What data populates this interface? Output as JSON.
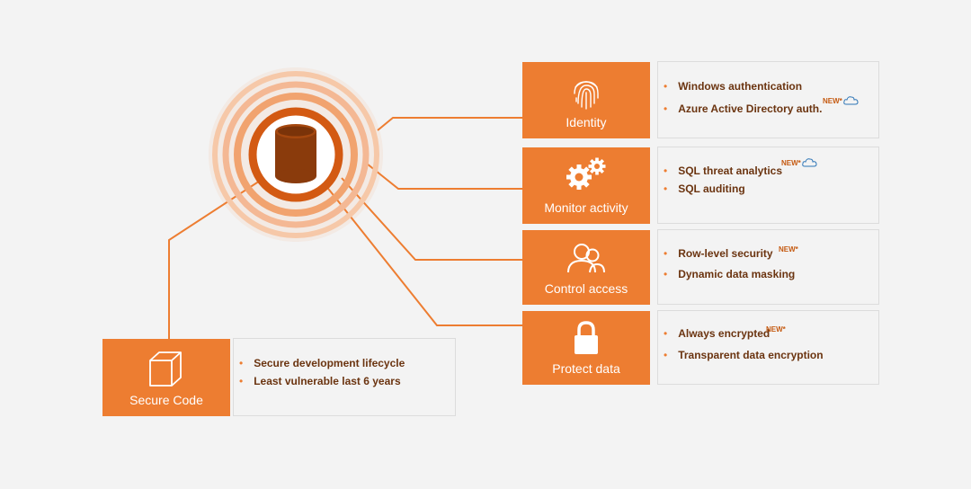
{
  "features": [
    {
      "id": "identity",
      "label": "Identity",
      "icon": "fingerprint-icon",
      "items": [
        {
          "text": "Windows authentication"
        },
        {
          "text": "Azure Active Directory auth.",
          "badge": "NEW*",
          "cloud": true
        }
      ]
    },
    {
      "id": "monitor-activity",
      "label": "Monitor activity",
      "icon": "gears-icon",
      "items": [
        {
          "text": "SQL threat analytics",
          "badge": "NEW*",
          "cloud": true
        },
        {
          "text": "SQL auditing"
        }
      ]
    },
    {
      "id": "control-access",
      "label": "Control access",
      "icon": "users-icon",
      "items": [
        {
          "text": "Row-level security",
          "badge": "NEW*"
        },
        {
          "text": "Dynamic data masking"
        }
      ]
    },
    {
      "id": "protect-data",
      "label": "Protect data",
      "icon": "lock-icon",
      "items": [
        {
          "text": "Always encrypted",
          "badge": "NEW*"
        },
        {
          "text": "Transparent data encryption"
        }
      ]
    }
  ],
  "secure_code": {
    "label": "Secure Code",
    "icon": "cube-icon",
    "items": [
      {
        "text": "Secure development lifecycle"
      },
      {
        "text": "Least vulnerable last 6 years"
      }
    ]
  },
  "colors": {
    "accent": "#ed7d31",
    "dark": "#8a3b0c",
    "text": "#6b3410",
    "background": "#f3f3f3"
  }
}
